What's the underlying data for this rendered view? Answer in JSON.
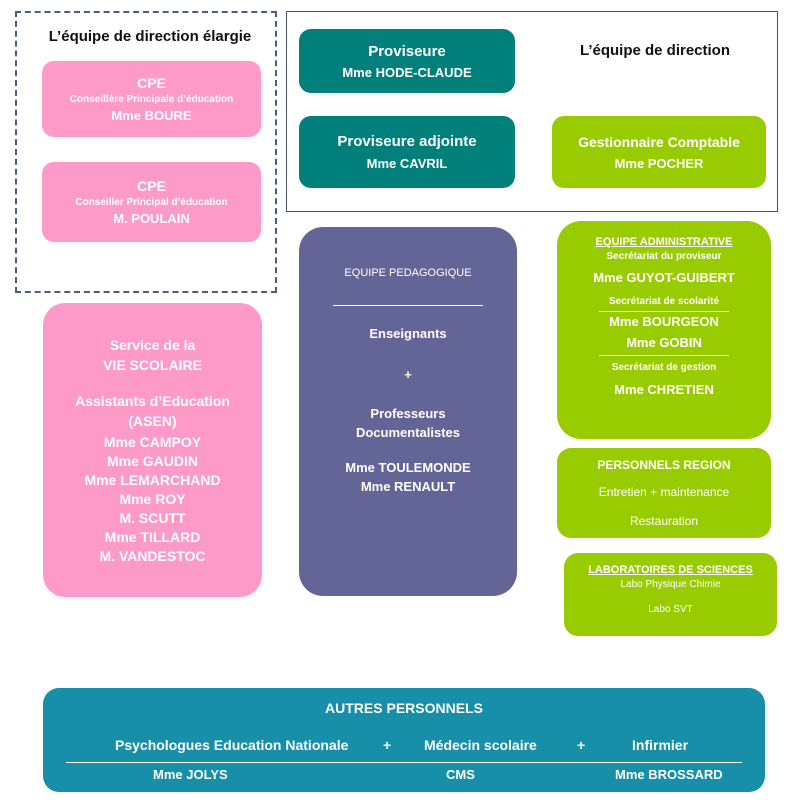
{
  "direction_elargie": {
    "title": "L’équipe de direction élargie",
    "cpe1": {
      "title": "CPE",
      "role": "Conseillère Principale d’éducation",
      "name": "Mme BOURE"
    },
    "cpe2": {
      "title": "CPE",
      "role": "Conseiller Principal d’éducation",
      "name": "M. POULAIN"
    }
  },
  "direction": {
    "title": "L’équipe de direction",
    "proviseure": {
      "title": "Proviseure",
      "name": "Mme HODE-CLAUDE"
    },
    "adjointe": {
      "title": "Proviseure adjointe",
      "name": "Mme CAVRIL"
    },
    "gestionnaire": {
      "title": "Gestionnaire Comptable",
      "name": "Mme POCHER"
    }
  },
  "vie_scolaire": {
    "title_1": "Service de la",
    "title_2": "VIE SCOLAIRE",
    "subtitle_1": "Assistants d’Education",
    "subtitle_2": "(ASEN)",
    "members": [
      "Mme CAMPOY",
      "Mme GAUDIN",
      "Mme LEMARCHAND",
      "Mme ROY",
      "M. SCUTT",
      "Mme TILLARD",
      "M. VANDESTOC"
    ]
  },
  "pedagogique": {
    "title": "EQUIPE PEDAGOGIQUE",
    "enseignants": "Enseignants",
    "plus": "+",
    "prof_1": "Professeurs",
    "prof_2": "Documentalistes",
    "name_1": "Mme TOULEMONDE",
    "name_2": "Mme RENAULT"
  },
  "administrative": {
    "title": "EQUIPE ADMINISTRATIVE",
    "sec_proviseur": "Secrétariat du proviseur",
    "sec_proviseur_name": "Mme GUYOT-GUIBERT",
    "sec_scolarite": "Secrétariat de scolarité",
    "sec_scolarite_name_1": "Mme BOURGEON",
    "sec_scolarite_name_2": "Mme GOBIN",
    "sec_gestion": "Secrétariat de gestion",
    "sec_gestion_name": "Mme CHRETIEN"
  },
  "region": {
    "title": "PERSONNELS REGION",
    "line_1": "Entretien + maintenance",
    "line_2": "Restauration"
  },
  "labo": {
    "title": "LABORATOIRES DE SCIENCES",
    "line_1": "Labo Physique Chimie",
    "line_2": "Labo SVT"
  },
  "autres": {
    "title": "AUTRES PERSONNELS",
    "col_1": "Psychologues Education Nationale",
    "plus_1": "+",
    "col_2": "Médecin scolaire",
    "plus_2": "+",
    "col_3": "Infirmier",
    "name_1": "Mme JOLYS",
    "name_2": "CMS",
    "name_3": "Mme BROSSARD"
  },
  "colors": {
    "pink": "#fe9ac8",
    "teal": "#007f7b",
    "green": "#99cc00",
    "purple": "#636597",
    "blue": "#178fa8"
  }
}
